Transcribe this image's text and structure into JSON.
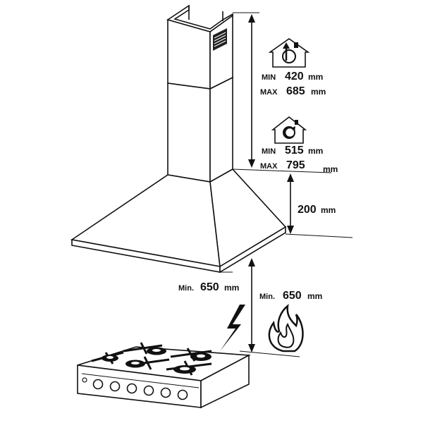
{
  "duct_dimensions": {
    "vented": {
      "min_prefix": "MIN",
      "min_value": "420",
      "max_prefix": "MAX",
      "max_value": "685",
      "unit": "mm"
    },
    "recirculating": {
      "min_prefix": "MIN",
      "min_value": "515",
      "max_prefix": "MAX",
      "max_value": "795",
      "unit": "mm"
    }
  },
  "hood_height": {
    "value": "200",
    "unit": "mm"
  },
  "clearance_electric": {
    "prefix": "Min.",
    "value": "650",
    "unit": "mm"
  },
  "clearance_gas": {
    "prefix": "Min.",
    "value": "650",
    "unit": "mm"
  },
  "icons": {
    "vented": "house-exhaust-out-icon",
    "recirculating": "house-recirculation-icon",
    "electric": "lightning-bolt-icon",
    "gas": "gas-flame-icon"
  },
  "colors": {
    "ink": "#111111",
    "background": "#ffffff"
  }
}
